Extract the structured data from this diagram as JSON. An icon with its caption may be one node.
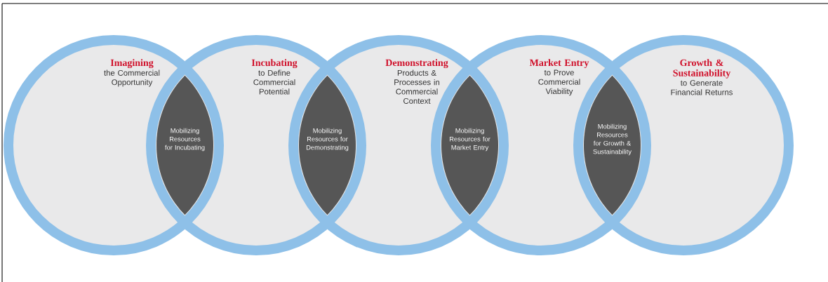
{
  "diagram": {
    "nodes": [
      {
        "text": [
          "Imagining",
          "the Commercial Opportunity"
        ]
      },
      {
        "text": [
          "Incubating",
          "to Define Commercial Potential"
        ]
      },
      {
        "text": [
          "Demonstrating",
          "Products & Processes in Commercial Context"
        ]
      },
      {
        "text": [
          "Market Entry",
          "to Prove Commercial Viability"
        ]
      },
      {
        "text": [
          "Growth & Sustainability",
          "to Generate Financial Returns"
        ]
      },
      {
        "text": [
          "Mobilizing Resources for Incubating"
        ]
      },
      {
        "text": [
          "Mobilizing Resources for Demonstrating"
        ]
      },
      {
        "text": [
          "Mobilizing Resources for Market Entry"
        ]
      },
      {
        "text": [
          "Mobilizing Resources for Growth & Sustainability"
        ]
      }
    ]
  }
}
